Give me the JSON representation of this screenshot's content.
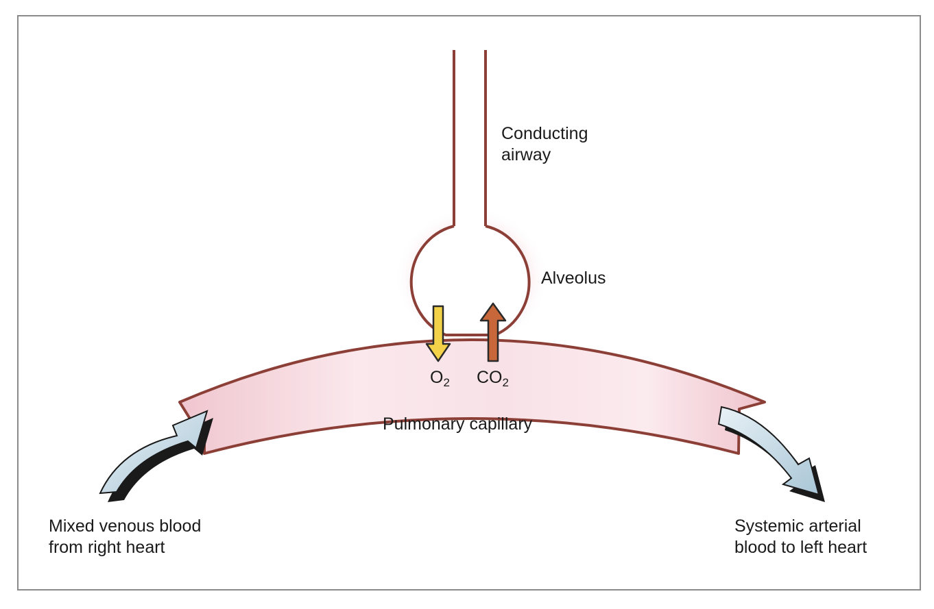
{
  "labels": {
    "conducting_airway": [
      "Conducting",
      "airway"
    ],
    "alveolus": "Alveolus",
    "pulmonary_capillary": "Pulmonary capillary",
    "mixed_venous": [
      "Mixed venous blood",
      "from right heart"
    ],
    "systemic_arterial": [
      "Systemic arterial",
      "blood to left heart"
    ]
  },
  "gases": {
    "o2": {
      "base": "O",
      "sub": "2"
    },
    "co2": {
      "base": "CO",
      "sub": "2"
    }
  },
  "colors": {
    "outline": "#8c3f36",
    "vessel_fill": "#f2cfd6",
    "o2_arrow": "#f3d24a",
    "co2_arrow": "#c8683a",
    "flow_arrow": "#c9dde8",
    "frame": "#8a8a8a"
  }
}
